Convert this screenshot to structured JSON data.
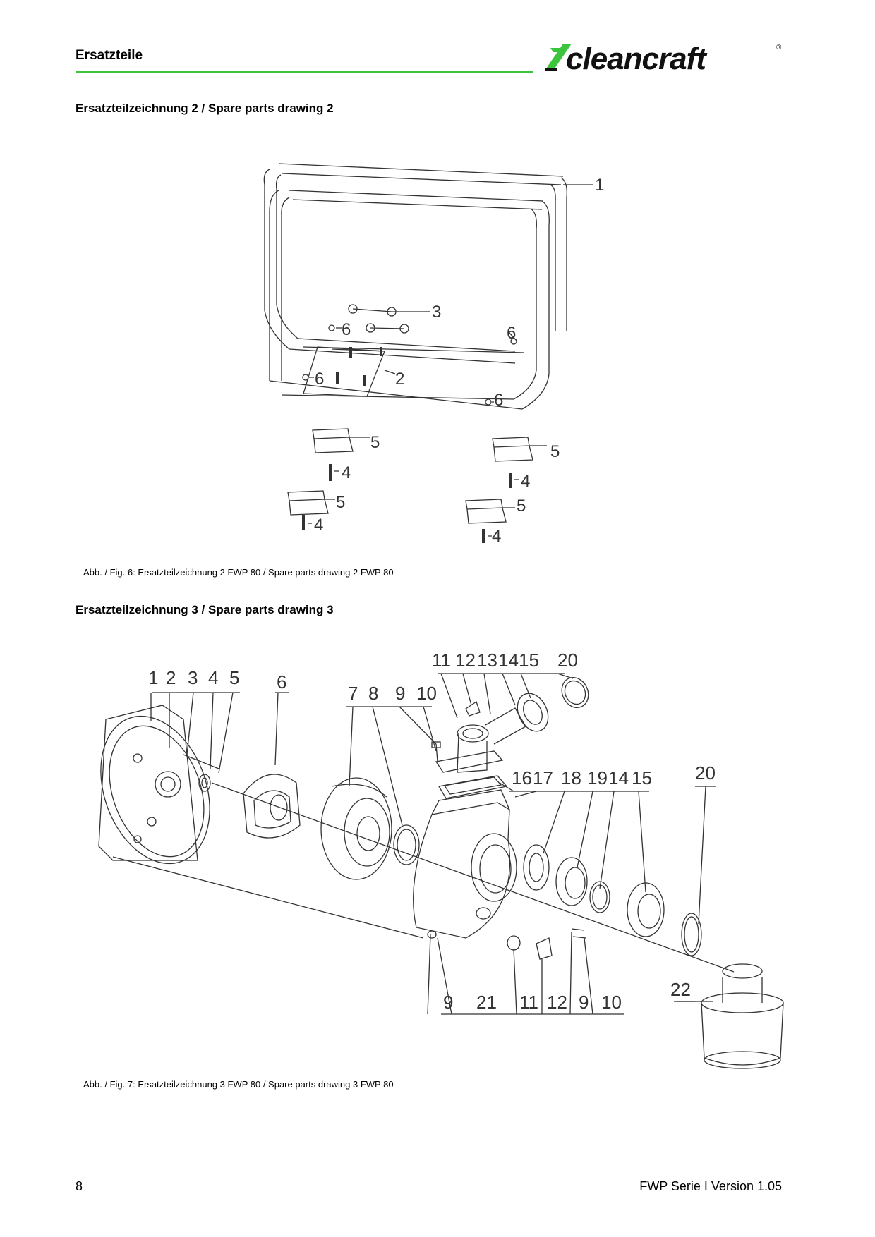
{
  "header": {
    "title": "Ersatzteile",
    "logo_text": "cleancraft",
    "logo_mark": "®",
    "brand_color": "#3cc43c"
  },
  "section1": {
    "title": "Ersatzteilzeichnung 2 / Spare parts drawing 2",
    "caption": "Abb. / Fig. 6: Ersatzteilzeichnung 2 FWP 80 / Spare parts drawing 2 FWP 80",
    "labels": [
      "1",
      "3",
      "6",
      "6",
      "6",
      "2",
      "6",
      "5",
      "5",
      "4",
      "4",
      "5",
      "5",
      "4",
      "4"
    ]
  },
  "section2": {
    "title": "Ersatzteilzeichnung 3 / Spare parts drawing 3",
    "caption": "Abb. / Fig. 7: Ersatzteilzeichnung 3 FWP 80 / Spare parts drawing 3 FWP 80",
    "labels": [
      "1",
      "2",
      "3",
      "4",
      "5",
      "6",
      "7",
      "8",
      "9",
      "10",
      "11",
      "12",
      "13",
      "14",
      "15",
      "20",
      "16",
      "17",
      "18",
      "19",
      "14",
      "15",
      "20",
      "9",
      "21",
      "11",
      "12",
      "9",
      "10",
      "22"
    ]
  },
  "footer": {
    "page_number": "8",
    "version": "FWP Serie I Version 1.05"
  }
}
